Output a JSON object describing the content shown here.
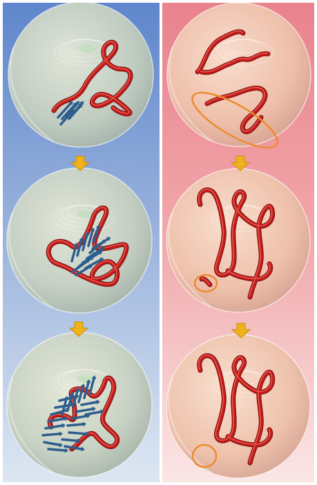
{
  "figure": {
    "columns": [
      {
        "id": "left",
        "background_top": "#5f86cc",
        "background_bottom": "#dde7f3",
        "sphere_tint": "#d9dfc8",
        "stages": [
          {
            "has_strand": true,
            "arrow_count": 6
          },
          {
            "has_strand": true,
            "arrow_count": 14
          },
          {
            "has_strand": true,
            "arrow_count": 22
          }
        ]
      },
      {
        "id": "right",
        "background_top": "#e9828d",
        "background_bottom": "#fbe6e6",
        "sphere_tint": "#f1c7b3",
        "stages": [
          {
            "has_strand": true,
            "highlight_ellipse": true
          },
          {
            "has_strand": true,
            "highlight_ellipse": true
          },
          {
            "has_strand": true,
            "highlight_ellipse": true
          }
        ]
      }
    ],
    "colors": {
      "strand": "#c41b1b",
      "strand_highlight": "#ee6a5c",
      "arrow": "#2e5e8e",
      "step_arrow": "#f0b21a",
      "highlight": "#ee8a2e",
      "frame": "#ffffff"
    },
    "icons": [
      "step-down-arrow-icon"
    ]
  }
}
